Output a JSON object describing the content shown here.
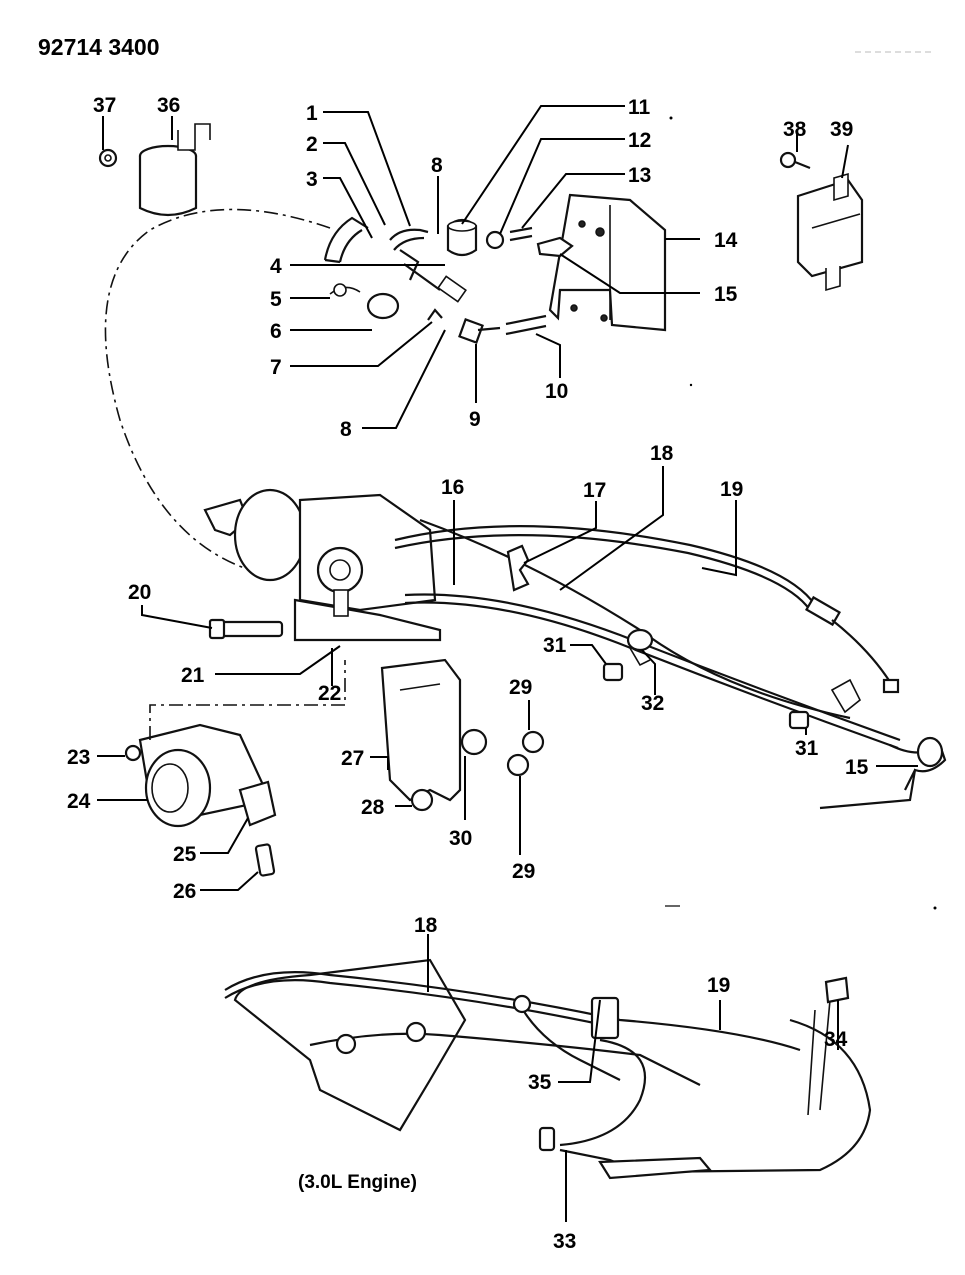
{
  "header": {
    "diagram_id": "92714 3400"
  },
  "caption": {
    "engine_note": "(3.0L Engine)"
  },
  "callouts": [
    "1",
    "2",
    "3",
    "4",
    "5",
    "6",
    "7",
    "8",
    "8",
    "9",
    "10",
    "11",
    "12",
    "13",
    "14",
    "15",
    "15",
    "16",
    "17",
    "18",
    "18",
    "19",
    "19",
    "20",
    "21",
    "22",
    "23",
    "24",
    "25",
    "26",
    "27",
    "28",
    "29",
    "29",
    "30",
    "31",
    "31",
    "32",
    "33",
    "34",
    "35",
    "36",
    "37",
    "38",
    "39"
  ]
}
